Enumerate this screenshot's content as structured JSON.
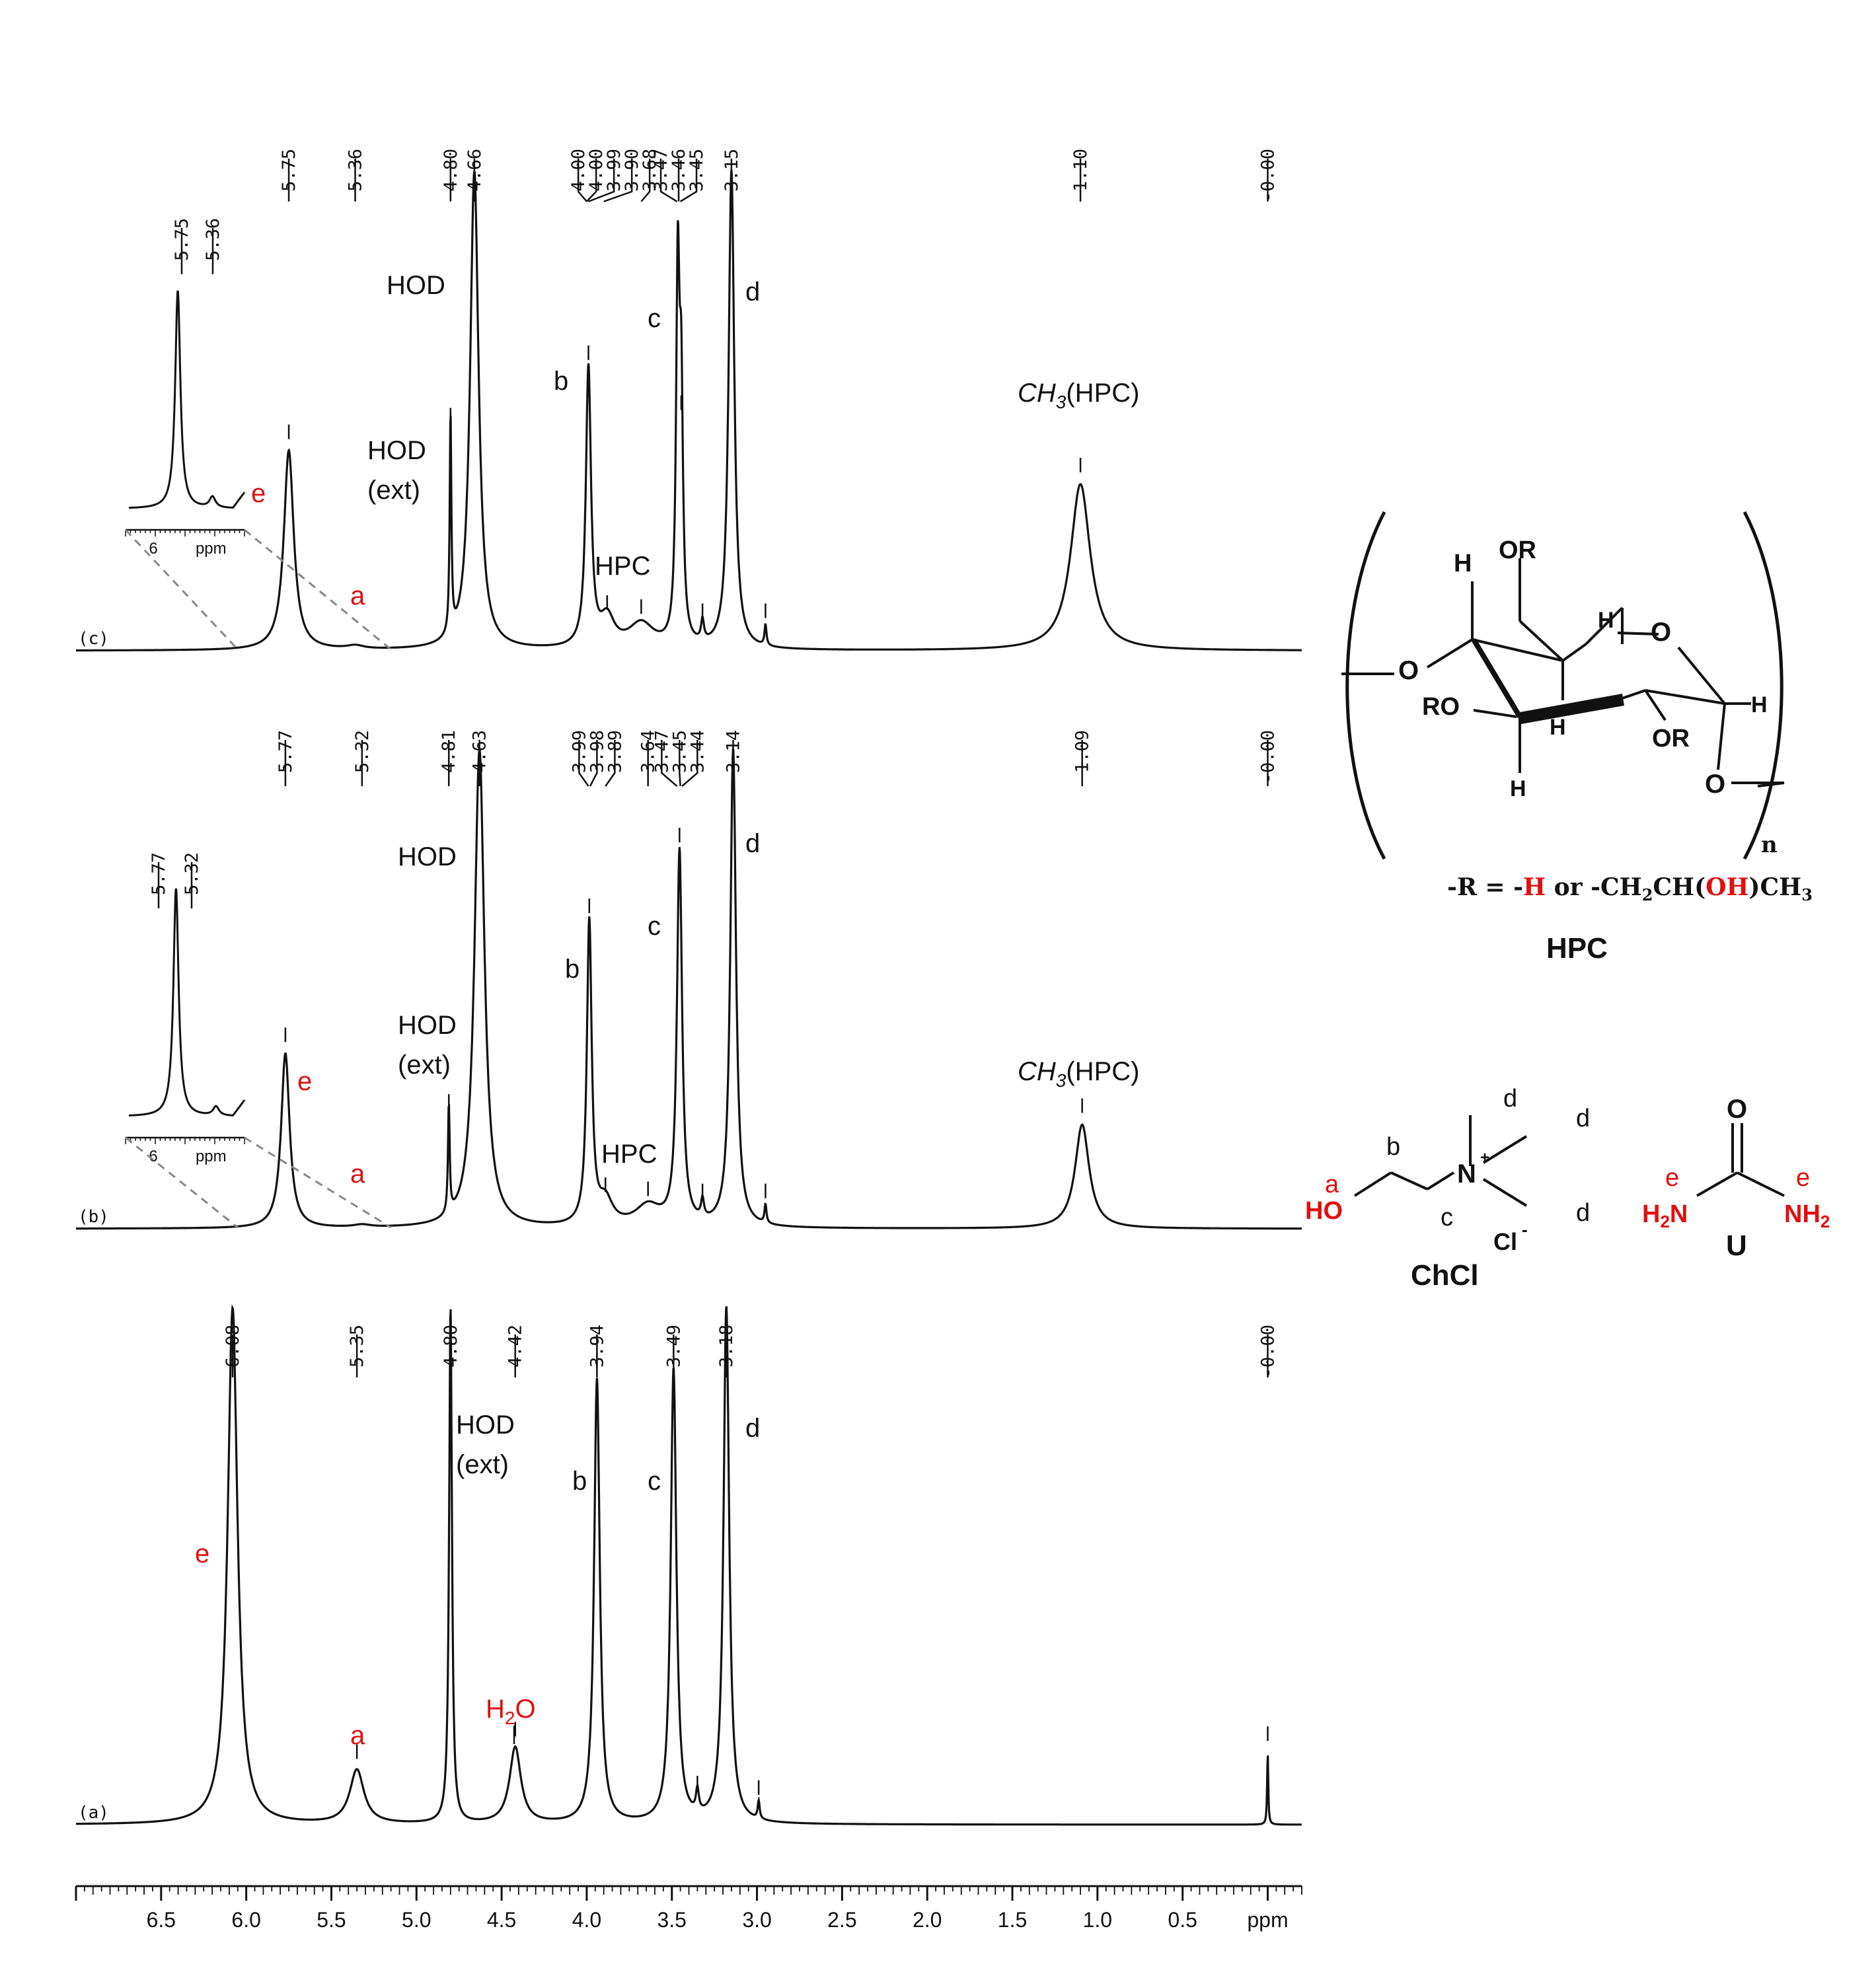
{
  "chart_data": {
    "type": "line",
    "xlabel": "ppm",
    "xlim": [
      7.0,
      -0.2
    ],
    "x_axis": {
      "ticks": [
        6.5,
        6.0,
        5.5,
        5.0,
        4.5,
        4.0,
        3.5,
        3.0,
        2.5,
        2.0,
        1.5,
        1.0,
        0.5
      ],
      "tick_labels": [
        "6.5",
        "6.0",
        "5.5",
        "5.0",
        "4.5",
        "4.0",
        "3.5",
        "3.0",
        "2.5",
        "2.0",
        "1.5",
        "1.0",
        "0.5"
      ],
      "unit_label": "ppm"
    },
    "spectra": [
      {
        "id": "c",
        "label": "(c)",
        "peak_labels": [
          {
            "label": "5.75",
            "ppm": 5.75
          },
          {
            "label": "5.36",
            "ppm": 5.36
          },
          {
            "label": "4.80",
            "ppm": 4.8
          },
          {
            "label": "4.66",
            "ppm": 4.66
          },
          {
            "label": "4.00",
            "ppm": 4.0
          },
          {
            "label": "4.00",
            "ppm": 4.0
          },
          {
            "label": "3.99",
            "ppm": 3.99
          },
          {
            "label": "3.90",
            "ppm": 3.9
          },
          {
            "label": "3.68",
            "ppm": 3.68
          },
          {
            "label": "3.47",
            "ppm": 3.47
          },
          {
            "label": "3.46",
            "ppm": 3.46
          },
          {
            "label": "3.45",
            "ppm": 3.45
          },
          {
            "label": "3.15",
            "ppm": 3.15
          },
          {
            "label": "1.10",
            "ppm": 1.1
          },
          {
            "label": "-0.00",
            "ppm": 0.0
          }
        ],
        "peaks": [
          {
            "ppm": 5.75,
            "height": 0.48,
            "width": 0.035
          },
          {
            "ppm": 5.36,
            "height": 0.008,
            "width": 0.06
          },
          {
            "ppm": 4.8,
            "height": 0.52,
            "width": 0.006
          },
          {
            "ppm": 4.66,
            "height": 1.15,
            "width": 0.03
          },
          {
            "ppm": 3.99,
            "height": 0.67,
            "width": 0.018
          },
          {
            "ppm": 3.88,
            "height": 0.07,
            "width": 0.05
          },
          {
            "ppm": 3.68,
            "height": 0.06,
            "width": 0.09
          },
          {
            "ppm": 3.465,
            "height": 0.87,
            "width": 0.012
          },
          {
            "ppm": 3.445,
            "height": 0.55,
            "width": 0.012
          },
          {
            "ppm": 3.32,
            "height": 0.05,
            "width": 0.01
          },
          {
            "ppm": 3.15,
            "height": 1.15,
            "width": 0.02
          },
          {
            "ppm": 2.95,
            "height": 0.05,
            "width": 0.007
          },
          {
            "ppm": 1.1,
            "height": 0.4,
            "width": 0.07
          }
        ],
        "annotations": {
          "e": "e",
          "a": "a",
          "hod": "HOD",
          "hod_ext_1": "HOD",
          "hod_ext_2": "(ext)",
          "b": "b",
          "c": "c",
          "d": "d",
          "hpc": "HPC",
          "ch3": "CH",
          "ch3_sub": "3",
          "ch3_rest": "(HPC)"
        },
        "inset": {
          "labels": [
            "5.75",
            "5.36"
          ],
          "tick": "6",
          "unit": "ppm",
          "peaks": [
            {
              "ppm": 5.75,
              "height": 1.0
            },
            {
              "ppm": 5.36,
              "height": 0.05
            }
          ]
        }
      },
      {
        "id": "b",
        "label": "(b)",
        "peak_labels": [
          {
            "label": "5.77",
            "ppm": 5.77
          },
          {
            "label": "5.32",
            "ppm": 5.32
          },
          {
            "label": "4.81",
            "ppm": 4.81
          },
          {
            "label": "4.63",
            "ppm": 4.63
          },
          {
            "label": "3.99",
            "ppm": 3.99
          },
          {
            "label": "3.98",
            "ppm": 3.98
          },
          {
            "label": "3.89",
            "ppm": 3.89
          },
          {
            "label": "3.64",
            "ppm": 3.64
          },
          {
            "label": "3.47",
            "ppm": 3.47
          },
          {
            "label": "3.45",
            "ppm": 3.45
          },
          {
            "label": "3.44",
            "ppm": 3.44
          },
          {
            "label": "3.14",
            "ppm": 3.14
          },
          {
            "label": "1.09",
            "ppm": 1.09
          },
          {
            "label": "-0.00",
            "ppm": 0.0
          }
        ],
        "peaks": [
          {
            "ppm": 5.77,
            "height": 0.42,
            "width": 0.03
          },
          {
            "ppm": 5.32,
            "height": 0.006,
            "width": 0.06
          },
          {
            "ppm": 4.81,
            "height": 0.26,
            "width": 0.006
          },
          {
            "ppm": 4.63,
            "height": 1.15,
            "width": 0.035
          },
          {
            "ppm": 3.985,
            "height": 0.73,
            "width": 0.017
          },
          {
            "ppm": 3.89,
            "height": 0.06,
            "width": 0.05
          },
          {
            "ppm": 3.64,
            "height": 0.05,
            "width": 0.09
          },
          {
            "ppm": 3.455,
            "height": 0.9,
            "width": 0.018
          },
          {
            "ppm": 3.32,
            "height": 0.045,
            "width": 0.01
          },
          {
            "ppm": 3.14,
            "height": 1.15,
            "width": 0.02
          },
          {
            "ppm": 2.95,
            "height": 0.045,
            "width": 0.007
          },
          {
            "ppm": 1.09,
            "height": 0.25,
            "width": 0.05
          }
        ],
        "annotations": {
          "e": "e",
          "a": "a",
          "hod": "HOD",
          "hod_ext_1": "HOD",
          "hod_ext_2": "(ext)",
          "b": "b",
          "c": "c",
          "d": "d",
          "hpc": "HPC",
          "ch3": "CH",
          "ch3_sub": "3",
          "ch3_rest": "(HPC)"
        },
        "inset": {
          "labels": [
            "5.77",
            "5.32"
          ],
          "tick": "6",
          "unit": "ppm",
          "peaks": [
            {
              "ppm": 5.77,
              "height": 1.0
            },
            {
              "ppm": 5.32,
              "height": 0.04
            }
          ]
        }
      },
      {
        "id": "a",
        "label": "(a)",
        "peak_labels": [
          {
            "label": "6.08",
            "ppm": 6.08
          },
          {
            "label": "5.35",
            "ppm": 5.35
          },
          {
            "label": "4.80",
            "ppm": 4.8
          },
          {
            "label": "4.42",
            "ppm": 4.42
          },
          {
            "label": "3.94",
            "ppm": 3.94
          },
          {
            "label": "3.49",
            "ppm": 3.49
          },
          {
            "label": "3.18",
            "ppm": 3.18
          },
          {
            "label": "-0.00",
            "ppm": 0.0
          }
        ],
        "peaks": [
          {
            "ppm": 6.08,
            "height": 1.15,
            "width": 0.035
          },
          {
            "ppm": 5.35,
            "height": 0.12,
            "width": 0.05
          },
          {
            "ppm": 4.8,
            "height": 1.15,
            "width": 0.01
          },
          {
            "ppm": 4.42,
            "height": 0.17,
            "width": 0.04
          },
          {
            "ppm": 3.94,
            "height": 0.99,
            "width": 0.02
          },
          {
            "ppm": 3.49,
            "height": 1.01,
            "width": 0.02
          },
          {
            "ppm": 3.35,
            "height": 0.05,
            "width": 0.01
          },
          {
            "ppm": 3.18,
            "height": 1.15,
            "width": 0.02
          },
          {
            "ppm": 2.99,
            "height": 0.04,
            "width": 0.007
          },
          {
            "ppm": 0.0,
            "height": 0.16,
            "width": 0.004
          }
        ],
        "annotations": {
          "e": "e",
          "a": "a",
          "hod_ext_1": "HOD",
          "hod_ext_2": "(ext)",
          "b": "b",
          "c": "c",
          "d": "d",
          "h2o_h": "H",
          "h2o_sub": "2",
          "h2o_o": "O"
        }
      }
    ],
    "colors": {
      "spectrum": "#111111",
      "highlight": "#e01010",
      "inset_guide": "#888888"
    }
  },
  "structures": {
    "hpc": {
      "name": "HPC",
      "atom_labels": [
        "H",
        "OR",
        "H",
        "O",
        "O",
        "RO",
        "H",
        "OR",
        "H",
        "H",
        "O",
        "H"
      ],
      "repeat": "n",
      "r_def": {
        "prefix": "-R = -",
        "h": "H",
        "mid": " or -CH",
        "sub2": "2",
        "ch": "CH(",
        "oh": "OH",
        ")": ")CH",
        "sub3": "3"
      }
    },
    "chcl": {
      "name": "ChCl",
      "labels": {
        "a": "a",
        "b": "b",
        "c": "c",
        "d1": "d",
        "d2": "d",
        "d3": "d",
        "ho": "HO",
        "n": "N",
        "plus": "+",
        "cl": "Cl",
        "minus": "-"
      }
    },
    "urea": {
      "name": "U",
      "labels": {
        "o": "O",
        "e1": "e",
        "e2": "e",
        "h2n_h": "H",
        "h2n_2": "2",
        "h2n_n": "N",
        "nh2_n": "NH",
        "nh2_2": "2"
      }
    }
  }
}
